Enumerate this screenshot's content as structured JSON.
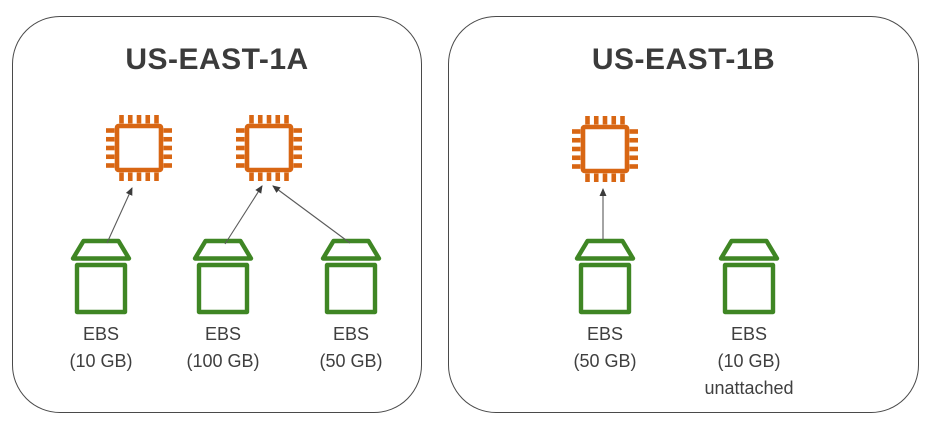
{
  "colors": {
    "instance_stroke": "#D86613",
    "volume_stroke": "#3F8624",
    "border": "#4A4A4A",
    "text": "#3F3F3F",
    "text_strong": "#3B3B3B",
    "arrow": "#5A5A5A"
  },
  "icons": {
    "instance": "cpu-chip-outline",
    "volume": "storage-volume-box-with-lid"
  },
  "zones": [
    {
      "title": "US-EAST-1A",
      "instance_count": 2,
      "volumes": [
        {
          "name": "EBS",
          "size": "(10 GB)",
          "note": ""
        },
        {
          "name": "EBS",
          "size": "(100 GB)",
          "note": ""
        },
        {
          "name": "EBS",
          "size": "(50 GB)",
          "note": ""
        }
      ]
    },
    {
      "title": "US-EAST-1B",
      "instance_count": 1,
      "volumes": [
        {
          "name": "EBS",
          "size": "(50 GB)",
          "note": ""
        },
        {
          "name": "EBS",
          "size": "(10 GB)",
          "note": "unattached"
        }
      ]
    }
  ]
}
